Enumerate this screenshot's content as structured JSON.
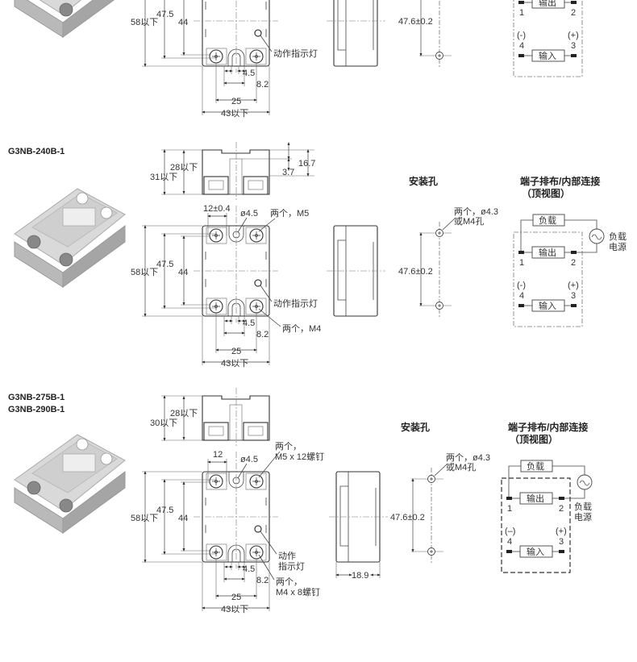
{
  "sections": [
    {
      "front": {
        "h_total": "58以下",
        "h_screw": "47.5",
        "h_mount": "44",
        "indicator": [
          "动作指示灯"
        ],
        "slot": "4.5",
        "slot_w": "8.2",
        "pitch": "25",
        "width": "43以下"
      },
      "mount": {
        "dim": "47.6±0.2"
      },
      "wiring": {
        "output": "输出",
        "input": "输入",
        "t1": "1",
        "t2": "2",
        "t3": "3",
        "t4": "4",
        "neg": "(-)",
        "pos": "(+)"
      }
    },
    {
      "models": [
        "G3NB-240B-1"
      ],
      "top": {
        "h_total": "31以下",
        "h_body": "28以下",
        "h_term": "16.7",
        "h_step": "3.7"
      },
      "front": {
        "screw_pitch": "12±0.4",
        "hole": "ø4.5",
        "top_screws": [
          "两个，M5"
        ],
        "h_total": "58以下",
        "h_screw": "47.5",
        "h_mount": "44",
        "indicator": [
          "动作指示灯"
        ],
        "bottom_screws": [
          "两个，M4"
        ],
        "slot": "4.5",
        "slot_w": "8.2",
        "pitch": "25",
        "width": "43以下"
      },
      "mount": {
        "title": "安装孔",
        "note": [
          "两个，ø4.3",
          "或M4孔"
        ],
        "dim": "47.6±0.2"
      },
      "wiring": {
        "title": "端子排布/内部连接",
        "subtitle": "（顶视图）",
        "load": "负载",
        "supply": [
          "负载",
          "电源"
        ],
        "output": "输出",
        "input": "输入",
        "t1": "1",
        "t2": "2",
        "t3": "3",
        "t4": "4",
        "neg": "(-)",
        "pos": "(+)"
      }
    },
    {
      "models": [
        "G3NB-275B-1",
        "G3NB-290B-1"
      ],
      "top": {
        "h_total": "30以下",
        "h_body": "28以下"
      },
      "front": {
        "screw_pitch": "12",
        "hole": "ø4.5",
        "top_screws": [
          "两个，",
          "M5 x 12螺钉"
        ],
        "h_total": "58以下",
        "h_screw": "47.5",
        "h_mount": "44",
        "indicator": [
          "动作",
          "指示灯"
        ],
        "bottom_screws": [
          "两个，",
          "M4 x 8螺钉"
        ],
        "slot": "4.5",
        "slot_w": "8.2",
        "pitch": "25",
        "width": "43以下"
      },
      "side": {
        "depth": "18.9"
      },
      "mount": {
        "title": "安装孔",
        "note": [
          "两个，ø4.3",
          "或M4孔"
        ],
        "dim": "47.6±0.2"
      },
      "wiring": {
        "title": "端子排布/内部连接",
        "subtitle": "（顶视图）",
        "load": "负载",
        "supply": [
          "负载",
          "电源"
        ],
        "output": "输出",
        "input": "输入",
        "t1": "1",
        "t2": "2",
        "t3": "3",
        "t4": "4",
        "neg": "(–)",
        "pos": "(+)"
      }
    }
  ]
}
